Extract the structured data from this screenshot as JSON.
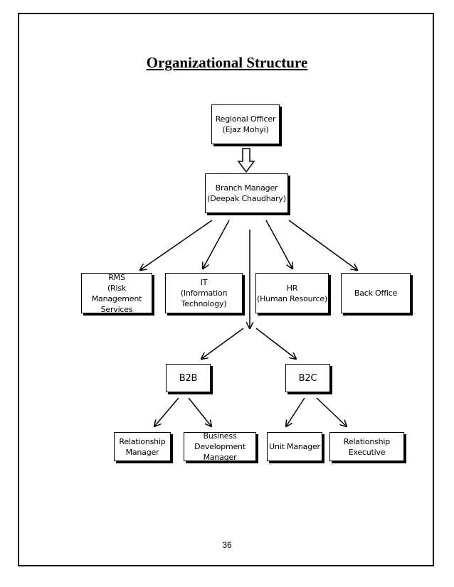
{
  "page": {
    "title": "Organizational Structure",
    "page_number": "36"
  },
  "chart": {
    "regional_officer": {
      "line1": "Regional Officer",
      "line2": "(Ejaz Mohyi)"
    },
    "branch_manager": {
      "line1": "Branch Manager",
      "line2": "(Deepak Chaudhary)"
    },
    "rms": {
      "line1": "RMS",
      "line2": "(Risk Management",
      "line3": "Services"
    },
    "it": {
      "line1": "IT",
      "line2": "(Information Technology)"
    },
    "hr": {
      "line1": "HR",
      "line2": "(Human Resource)"
    },
    "back_office": {
      "line1": "Back Office"
    },
    "b2b": {
      "line1": "B2B"
    },
    "b2c": {
      "line1": "B2C"
    },
    "relationship_manager": {
      "line1": "Relationship",
      "line2": "Manager"
    },
    "business_development_manager": {
      "line1": "Business Development",
      "line2": "Manager"
    },
    "unit_manager": {
      "line1": "Unit Manager"
    },
    "relationship_executive": {
      "line1": "Relationship Executive"
    }
  }
}
